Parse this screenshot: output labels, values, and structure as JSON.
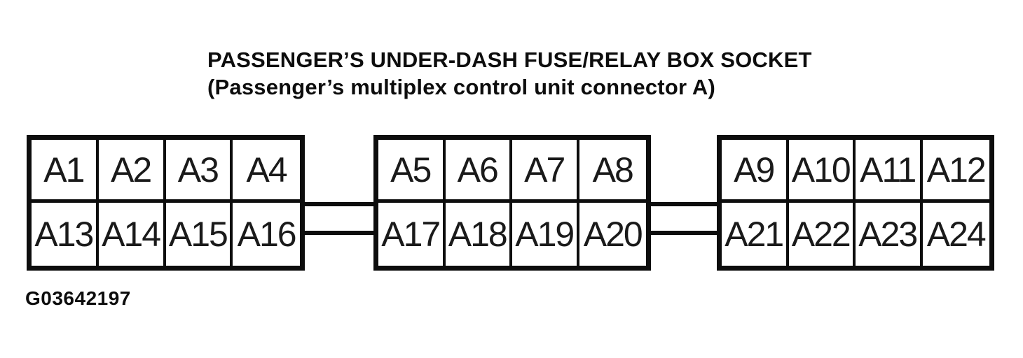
{
  "title": {
    "line1": "PASSENGER’S UNDER-DASH FUSE/RELAY BOX SOCKET",
    "line2": "(Passenger’s multiplex control unit connector A)"
  },
  "figure_code": "G03642197",
  "connector": {
    "blocks": [
      {
        "rows": [
          [
            "A1",
            "A2",
            "A3",
            "A4"
          ],
          [
            "A13",
            "A14",
            "A15",
            "A16"
          ]
        ]
      },
      {
        "rows": [
          [
            "A5",
            "A6",
            "A7",
            "A8"
          ],
          [
            "A17",
            "A18",
            "A19",
            "A20"
          ]
        ]
      },
      {
        "rows": [
          [
            "A9",
            "A10",
            "A11",
            "A12"
          ],
          [
            "A21",
            "A22",
            "A23",
            "A24"
          ]
        ]
      }
    ]
  },
  "colors": {
    "background": "#ffffff",
    "line": "#0d0d0d",
    "text": "#1a1a1a"
  }
}
